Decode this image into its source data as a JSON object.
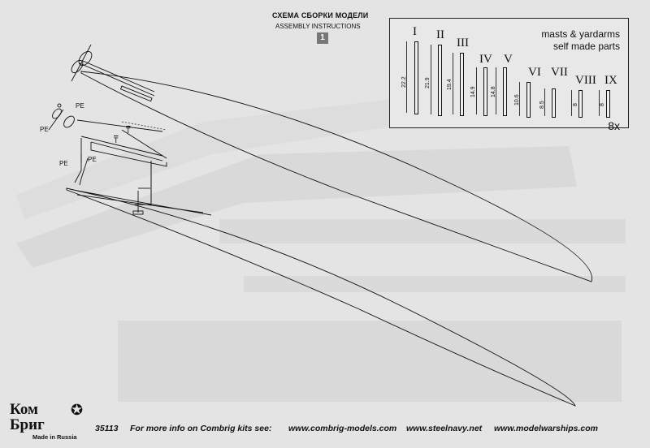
{
  "header": {
    "title_ru": "СХЕМА СБОРКИ МОДЕЛИ",
    "title_en": "ASSEMBLY INSTRUCTIONS",
    "sheet_number": "1"
  },
  "parts_box": {
    "title_line1": "masts & yardarms",
    "title_line2": "self made parts",
    "count": "8x",
    "parts": [
      {
        "roman": "I",
        "length": "22.2"
      },
      {
        "roman": "II",
        "length": "21.9"
      },
      {
        "roman": "III",
        "length": "19.4"
      },
      {
        "roman": "IV",
        "length": "14.9"
      },
      {
        "roman": "V",
        "length": "14.8"
      },
      {
        "roman": "VI",
        "length": "10.6"
      },
      {
        "roman": "VII",
        "length": "8.5"
      },
      {
        "roman": "VIII",
        "length": "8"
      },
      {
        "roman": "IX",
        "length": "8"
      }
    ]
  },
  "diagram_labels": {
    "pe1": "PE",
    "pe2": "PE",
    "pe3": "PE",
    "pe4": "PE",
    "t1": "T",
    "t2": "T"
  },
  "footer": {
    "article": "35113",
    "info": "For more info on Combrig kits see:",
    "site1": "www.combrig-models.com",
    "site2": "www.steelnavy.net",
    "site3": "www.modelwarships.com"
  },
  "logo": {
    "line1": "Ком",
    "line2": "Бриг",
    "sub": "Made in Russia"
  }
}
